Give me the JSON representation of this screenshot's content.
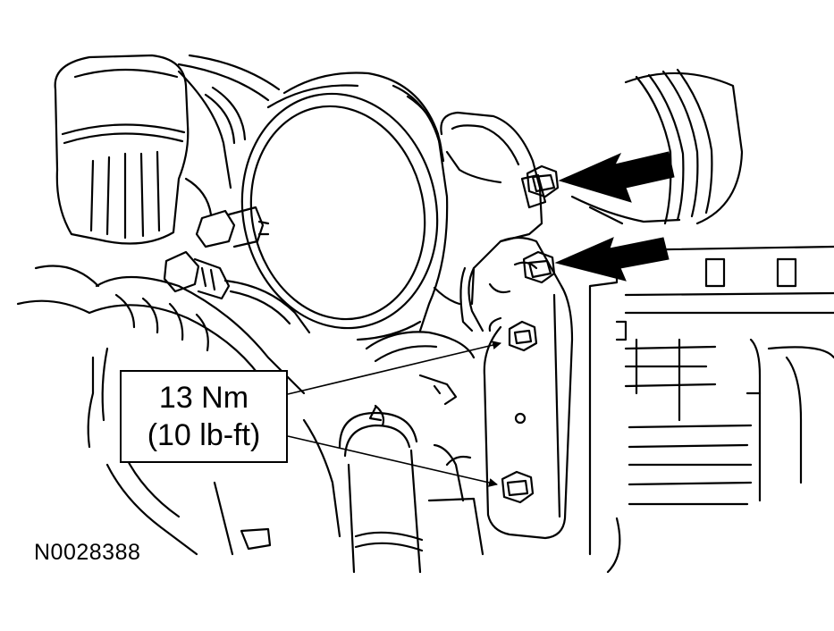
{
  "callout": {
    "torque_metric": "13 Nm",
    "torque_imperial": "(10 lb-ft)"
  },
  "figure_id": "N0028388",
  "colors": {
    "line": "#000000",
    "fill": "#ffffff"
  }
}
